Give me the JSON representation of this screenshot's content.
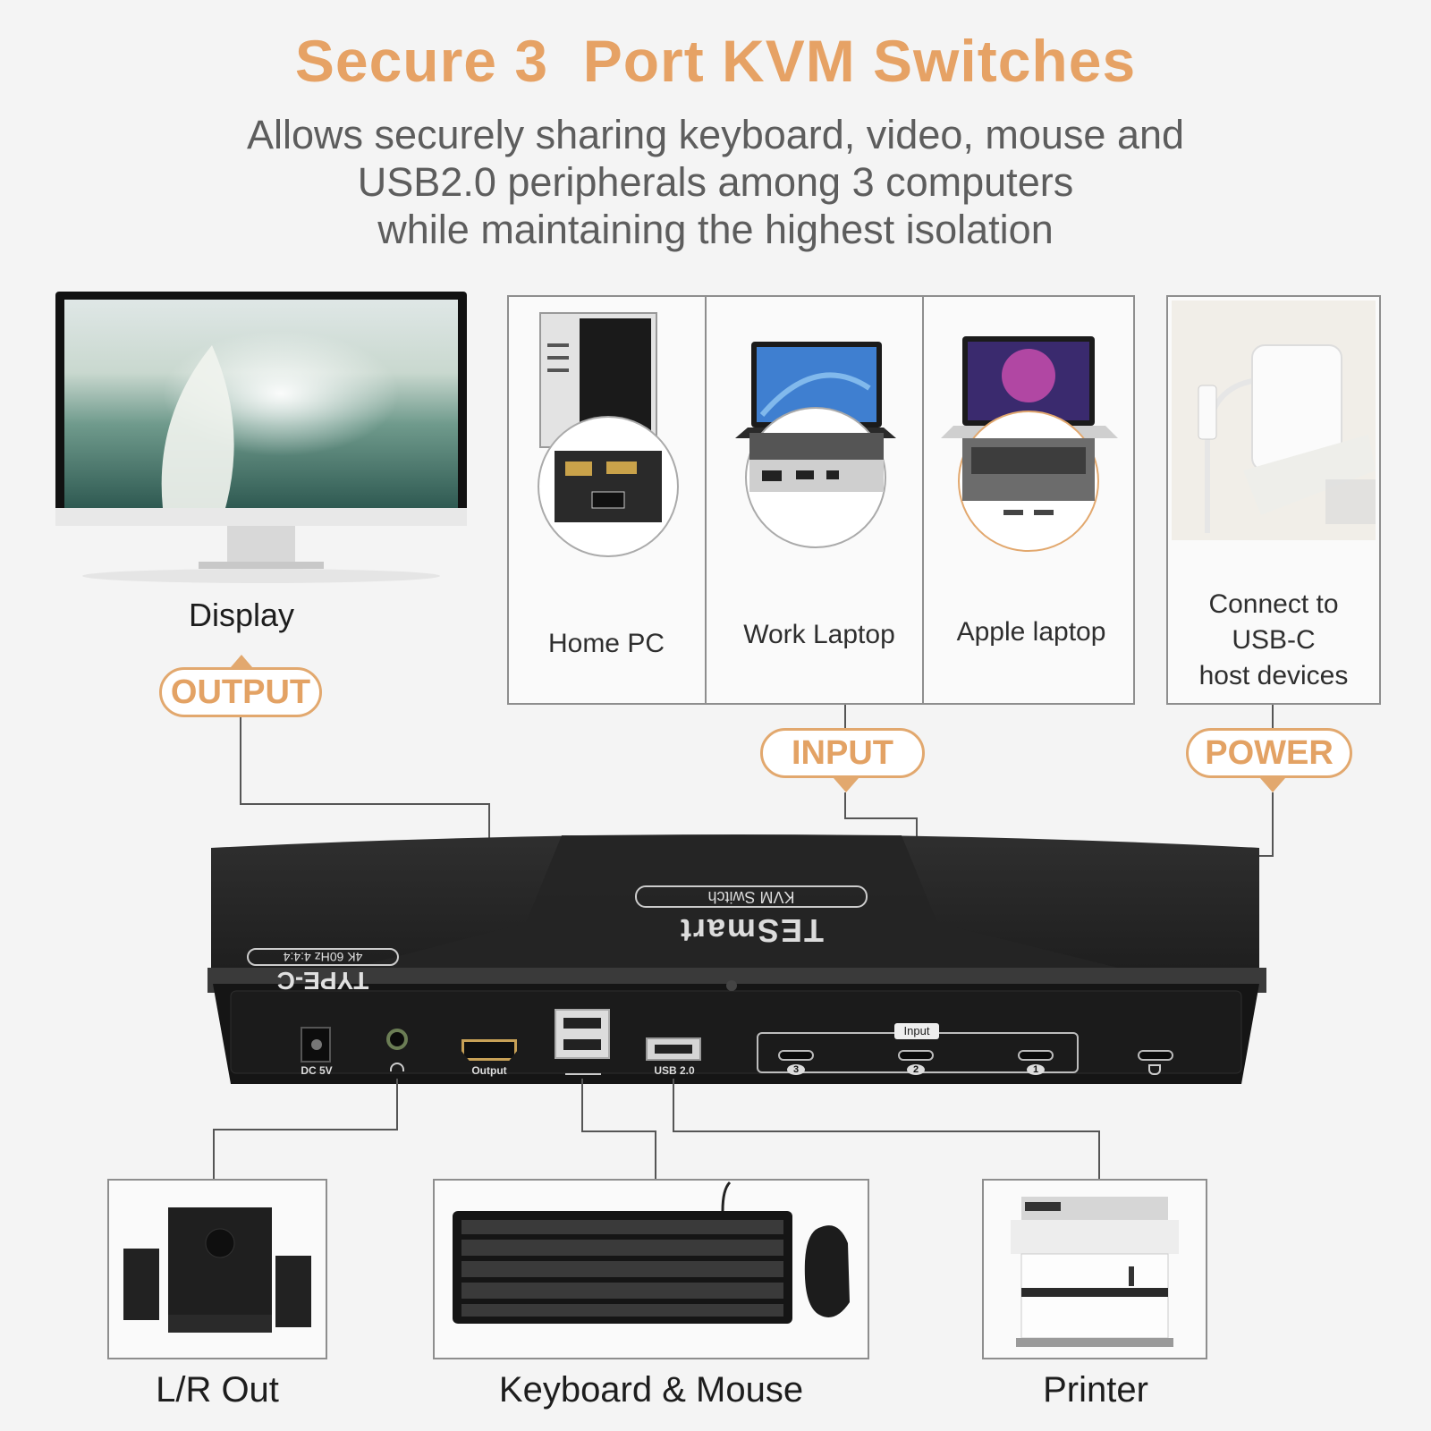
{
  "header": {
    "title": "Secure 3  Port KVM Switches",
    "subtitle_lines": [
      "Allows securely sharing keyboard, video, mouse and",
      "USB2.0 peripherals among 3 computers",
      "while maintaining the highest isolation"
    ]
  },
  "devices": {
    "display": "Display",
    "home_pc": "Home PC",
    "work_laptop": "Work Laptop",
    "apple_laptop": "Apple laptop",
    "power_source_lines": [
      "Connect to",
      "USB-C",
      "host devices"
    ],
    "lr_out": "L/R Out",
    "keyboard_mouse": "Keyboard & Mouse",
    "printer": "Printer"
  },
  "tags": {
    "output": "OUTPUT",
    "input": "INPUT",
    "power": "POWER"
  },
  "switch": {
    "brand": "TESmart",
    "model": "KVM Switch",
    "top_left_1": "TYPE-C",
    "top_left_2": "4K 60Hz 4:4:4",
    "ports": {
      "dc": "DC 5V",
      "output": "Output",
      "usb": "USB 2.0",
      "input_group": "Input",
      "input_numbers": [
        "3",
        "2",
        "1"
      ]
    }
  },
  "colors": {
    "accent": "#e6a265",
    "subtitle": "#5d5d5d",
    "device_body": "#262626"
  }
}
